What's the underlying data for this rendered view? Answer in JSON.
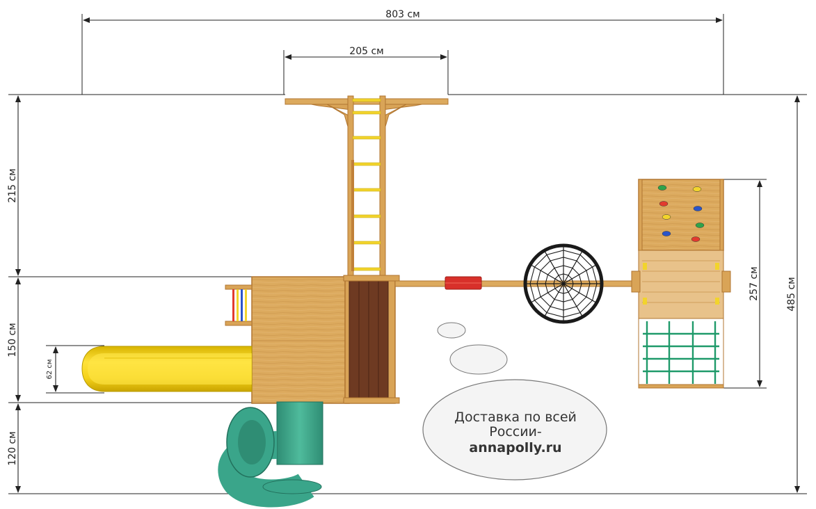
{
  "dimensions": {
    "total_width": "803 см",
    "top_beam_width": "205 см",
    "section_top_height": "215 см",
    "section_middle_height": "150 см",
    "section_bottom_height": "120 см",
    "slide_width": "62 см",
    "climbing_wall_length": "257 см",
    "total_depth": "485 см"
  },
  "callout": {
    "line1": "Доставка по всей",
    "line2": "России-",
    "site": "annapolly.ru"
  },
  "colors": {
    "wood": "#d9a457",
    "wood_dark": "#b87a34",
    "slide_yellow": "#f5d21a",
    "tube_green": "#3aa58a",
    "ladder_yellow": "#f2d42c",
    "net_black": "#1a1a1a",
    "swing_red": "#d8302a",
    "rope_green": "#1f9a6a"
  }
}
